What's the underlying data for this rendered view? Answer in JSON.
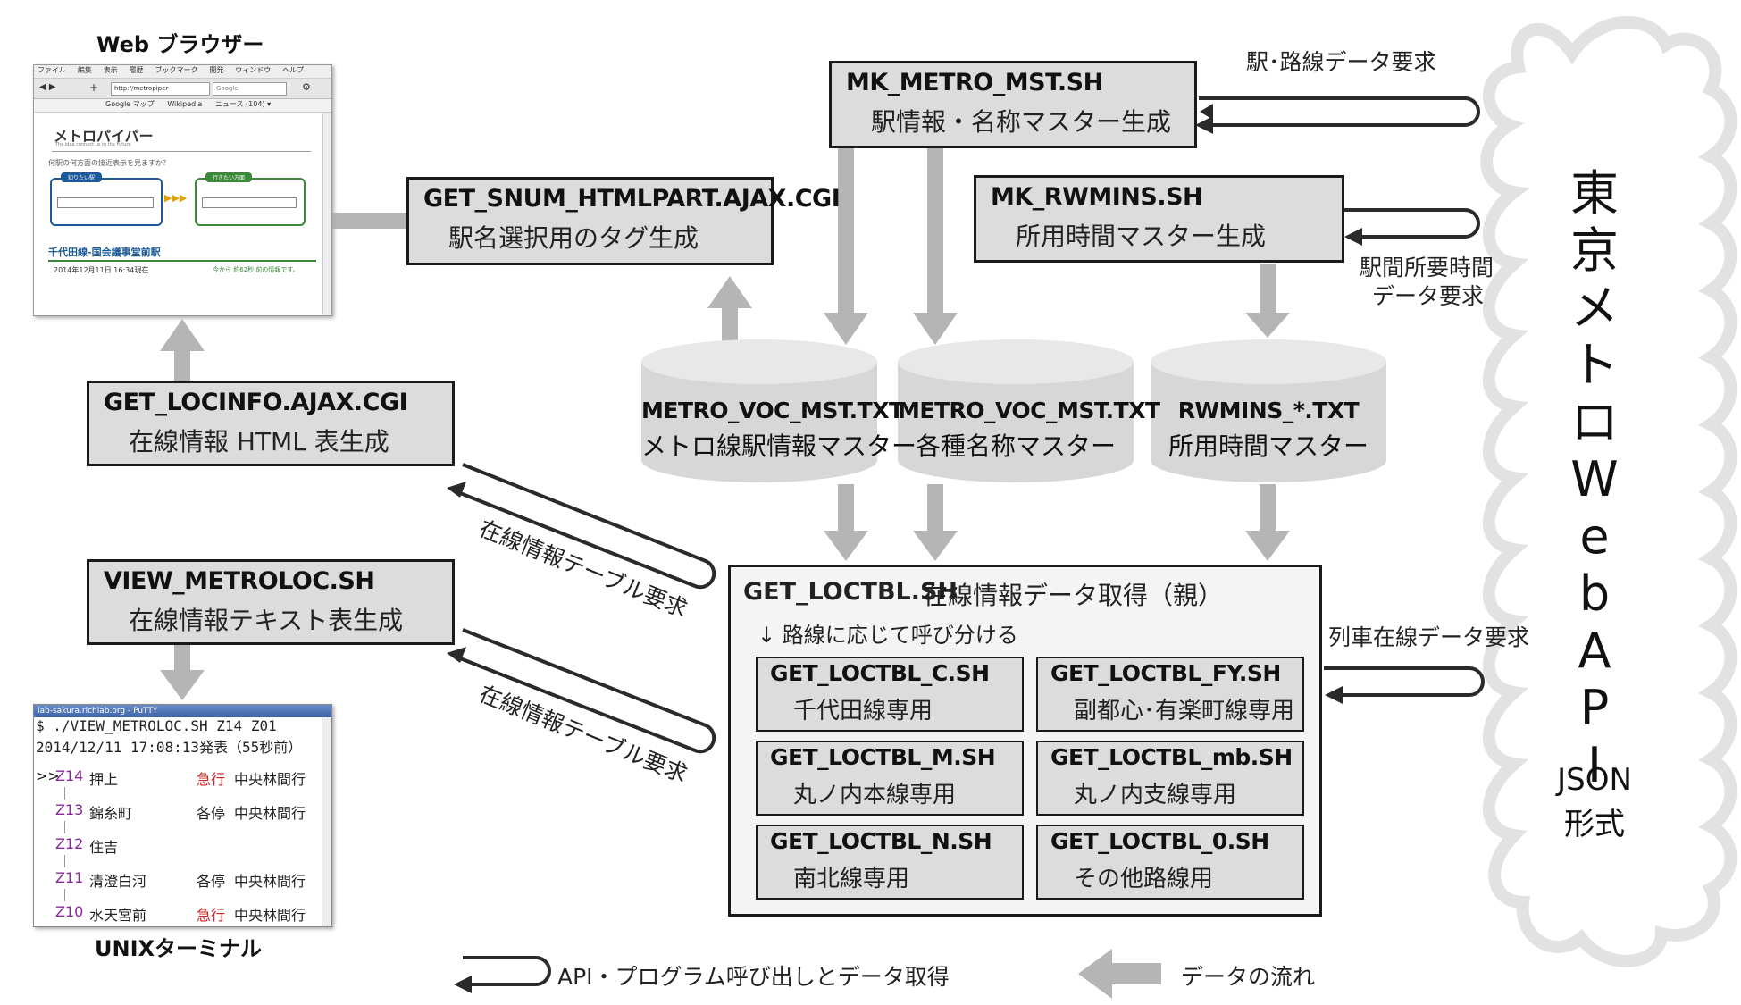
{
  "cloud": {
    "chars": [
      "東",
      "京",
      "メ",
      "ト",
      "ロ",
      "W",
      "e",
      "b",
      "A",
      "P",
      "I"
    ],
    "format": [
      "JSON",
      "形式"
    ]
  },
  "browser": {
    "caption": "Web ブラウザー",
    "menu": [
      "ファイル",
      "編集",
      "表示",
      "履歴",
      "ブックマーク",
      "開発",
      "ウィンドウ",
      "ヘルプ"
    ],
    "url": "http://metropiper",
    "search": "Google",
    "bookmarks": [
      "Google マップ",
      "Wikipedia",
      "ニュース (104) ▾"
    ],
    "site_title": "メトロパイパー",
    "tagline": "The idea connect us to the Future",
    "question": "何駅の何方面の接近表示を見ますか？",
    "from_label": "知りたい駅",
    "to_label": "行きたい方面",
    "station": "千代田線-国会議事堂前駅",
    "time": "2014年12月11日 16:34現在",
    "eta": "今から 約62秒 前の情報です。"
  },
  "terminal": {
    "caption": "UNIXターミナル",
    "title": "lab-sakura.richlab.org - PuTTY",
    "cmd": "$ ./VIEW_METROLOC.SH Z14 Z01",
    "stamp": "2014/12/11 17:08:13発表（55秒前）",
    "rows": [
      {
        "mark": ">>",
        "code": "Z14",
        "name": "押上",
        "type": "急行",
        "dest": "中央林間行"
      },
      {
        "mark": "",
        "code": "Z13",
        "name": "錦糸町",
        "type": "各停",
        "dest": "中央林間行"
      },
      {
        "mark": "",
        "code": "Z12",
        "name": "住吉",
        "type": "",
        "dest": ""
      },
      {
        "mark": "",
        "code": "Z11",
        "name": "清澄白河",
        "type": "各停",
        "dest": "中央林間行"
      },
      {
        "mark": "",
        "code": "Z10",
        "name": "水天宮前",
        "type": "急行",
        "dest": "中央林間行"
      }
    ]
  },
  "boxes": {
    "mk_metro": {
      "title": "MK_METRO_MST.SH",
      "sub": "駅情報・名称マスター生成"
    },
    "mk_rwmins": {
      "title": "MK_RWMINS.SH",
      "sub": "所用時間マスター生成"
    },
    "get_snum": {
      "title": "GET_SNUM_HTMLPART.AJAX.CGI",
      "sub": "駅名選択用のタグ生成"
    },
    "get_locinfo": {
      "title": "GET_LOCINFO.AJAX.CGI",
      "sub": "在線情報 HTML 表生成"
    },
    "view_metroloc": {
      "title": "VIEW_METROLOC.SH",
      "sub": "在線情報テキスト表生成"
    },
    "get_loctbl": {
      "title": "GET_LOCTBL.SH",
      "sub": "在線情報データ取得（親）",
      "note": "↓ 路線に応じて呼び分ける"
    }
  },
  "sub_boxes": [
    {
      "title": "GET_LOCTBL_C.SH",
      "sub": "千代田線専用"
    },
    {
      "title": "GET_LOCTBL_FY.SH",
      "sub": "副都心･有楽町線専用"
    },
    {
      "title": "GET_LOCTBL_M.SH",
      "sub": "丸ノ内本線専用"
    },
    {
      "title": "GET_LOCTBL_mb.SH",
      "sub": "丸ノ内支線専用"
    },
    {
      "title": "GET_LOCTBL_N.SH",
      "sub": "南北線専用"
    },
    {
      "title": "GET_LOCTBL_0.SH",
      "sub": "その他路線用"
    }
  ],
  "cylinders": [
    {
      "file": "METRO_VOC_MST.TXT",
      "desc": "メトロ線駅情報マスター"
    },
    {
      "file": "METRO_VOC_MST.TXT",
      "desc": "各種名称マスター"
    },
    {
      "file": "RWMINS_*.TXT",
      "desc": "所用時間マスター"
    }
  ],
  "labels": {
    "req_station": "駅･路線データ要求",
    "req_time_1": "駅間所要時間",
    "req_time_2": "データ要求",
    "req_train": "列車在線データ要求",
    "req_table": "在線情報テーブル要求"
  },
  "legend": {
    "api": "API・プログラム呼び出しとデータ取得",
    "flow": "データの流れ"
  },
  "colors": {
    "box": "#dcdcdc",
    "arrow": "#b5b5b5",
    "cloud_edge": "#e2e2e2",
    "stroke": "#1a1a1a"
  }
}
